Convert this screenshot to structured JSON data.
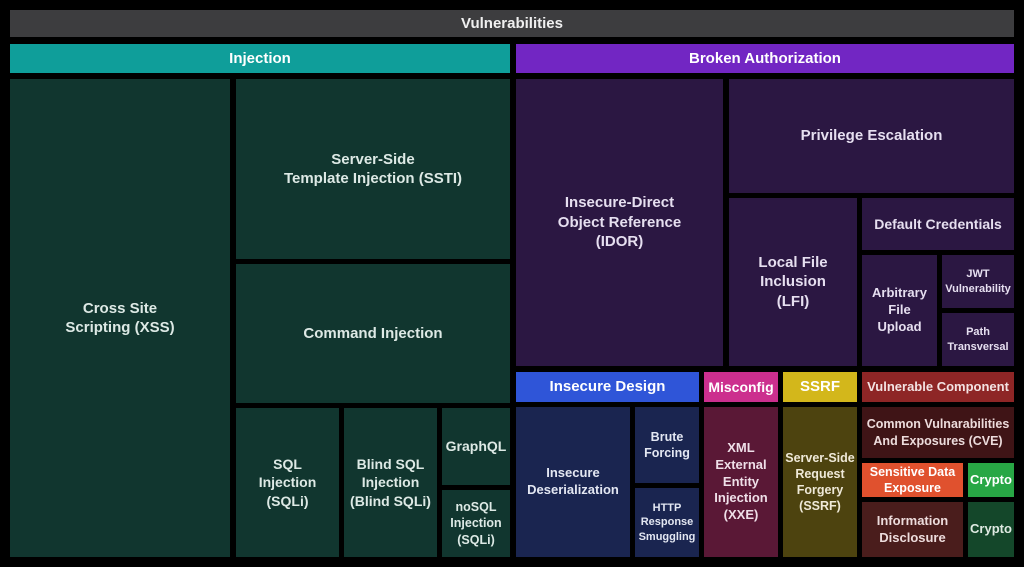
{
  "title": "Vulnerabilities",
  "groups": {
    "injection": {
      "header": "Injection",
      "blocks": {
        "xss": "Cross Site\nScripting (XSS)",
        "ssti": "Server-Side\nTemplate Injection (SSTI)",
        "command_injection": "Command Injection",
        "sql_injection": "SQL\nInjection\n(SQLi)",
        "blind_sql_injection": "Blind SQL\nInjection\n(Blind SQLi)",
        "graphql": "GraphQL",
        "nosql_injection": "noSQL\nInjection\n(SQLi)"
      }
    },
    "broken_authorization": {
      "header": "Broken Authorization",
      "blocks": {
        "idor": "Insecure-Direct\nObject Reference\n(IDOR)",
        "privilege_escalation": "Privilege Escalation",
        "lfi": "Local File\nInclusion\n(LFI)",
        "default_credentials": "Default Credentials",
        "arbitrary_file_upload": "Arbitrary\nFile\nUpload",
        "jwt_vulnerability": "JWT\nVulnerability",
        "path_transversal": "Path\nTransversal"
      },
      "subgroups": {
        "insecure_design": {
          "header": "Insecure Design",
          "blocks": {
            "insecure_deserialization": "Insecure\nDeserialization",
            "brute_forcing": "Brute\nForcing",
            "http_response_smuggling": "HTTP\nResponse\nSmuggling"
          }
        },
        "misconfig": {
          "header": "Misconfig",
          "blocks": {
            "xxe": "XML\nExternal\nEntity\nInjection\n(XXE)"
          }
        },
        "ssrf": {
          "header": "SSRF",
          "blocks": {
            "server_side_request_forgery": "Server-Side\nRequest\nForgery\n(SSRF)"
          }
        },
        "vulnerable_component": {
          "header": "Vulnerable Component",
          "blocks": {
            "cve": "Common Vulnarabilities\nAnd Exposures (CVE)",
            "sensitive_data_exposure": "Sensitive Data\nExposure",
            "crypto_top": "Crypto",
            "information_disclosure": "Information\nDisclosure",
            "crypto_bottom": "Crypto"
          }
        }
      }
    }
  },
  "palette": {
    "background": "#000000",
    "top_bar": "#3d3d3f",
    "injection_header": "#0f9e9a",
    "injection_block": "#11362f",
    "broken_authorization_header": "#7226c3",
    "broken_authorization_block": "#2b1742",
    "insecure_design_header": "#2f55d8",
    "insecure_design_block": "#1a2550",
    "misconfig_header": "#cc2f8e",
    "misconfig_block": "#5a1836",
    "ssrf_header": "#d3b71b",
    "ssrf_block": "#4d430f",
    "vulnerable_component_header": "#8e2626",
    "cve_block": "#3f1416",
    "sensitive_data_exposure_block": "#e0512e",
    "crypto_bright_block": "#28a745",
    "information_disclosure_block": "#4a1d1c",
    "crypto_dark_block": "#14472a",
    "text": "#e8eeec"
  }
}
